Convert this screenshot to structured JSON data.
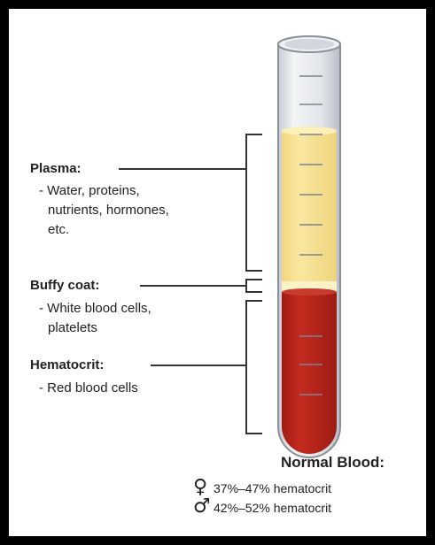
{
  "labels": {
    "plasma": {
      "title": "Plasma:",
      "desc": [
        "- Water, proteins,",
        "nutrients, hormones,",
        "etc."
      ]
    },
    "buffy_coat": {
      "title": "Buffy coat:",
      "desc": [
        "- White blood cells,",
        "platelets"
      ]
    },
    "hematocrit": {
      "title": "Hematocrit:",
      "desc": [
        "- Red blood cells"
      ]
    }
  },
  "normal_blood": {
    "title": "Normal Blood:",
    "female_range": "37%–47% hematocrit",
    "male_range": "42%–52% hematocrit",
    "female_symbol_icon": "female-symbol-icon",
    "male_symbol_icon": "male-symbol-icon"
  },
  "colors": {
    "plasma": "#f6e08f",
    "buffy_coat": "#fbf3c6",
    "red_cells": "#b5201a",
    "tube_glass": "#dfe3e8",
    "frame": "#000000"
  }
}
